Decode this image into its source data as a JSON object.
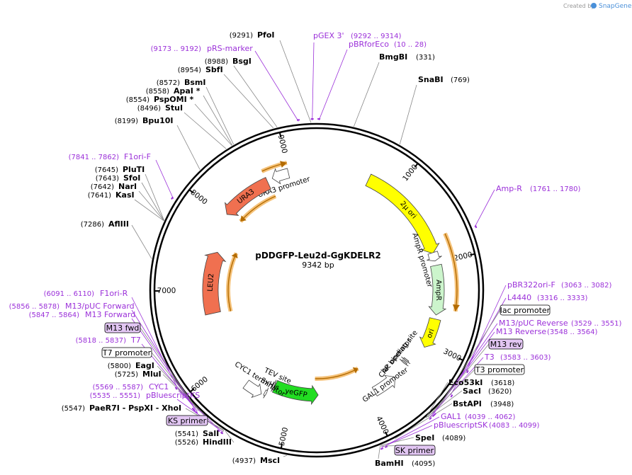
{
  "header": {
    "created_by": "Created by",
    "brand": "SnapGene"
  },
  "plasmid": {
    "name": "pDDGFP-Leu2d-GgKDELR2",
    "length": "9342 bp",
    "total_bp": 9342
  },
  "ticks": [
    {
      "bp": 1000,
      "label": "1000"
    },
    {
      "bp": 2000,
      "label": "2000"
    },
    {
      "bp": 3000,
      "label": "3000"
    },
    {
      "bp": 4000,
      "label": "4000"
    },
    {
      "bp": 5000,
      "label": "5000"
    },
    {
      "bp": 6000,
      "label": "6000"
    },
    {
      "bp": 7000,
      "label": "7000"
    },
    {
      "bp": 8000,
      "label": "8000"
    },
    {
      "bp": 9000,
      "label": "9000"
    }
  ],
  "features": [
    {
      "name": "2µ ori",
      "start": 650,
      "end": 1880,
      "dir": 1,
      "color": "#ffff00",
      "radius": 172,
      "width": 18
    },
    {
      "name": "AmpR promoter",
      "start": 1870,
      "end": 1975,
      "dir": 1,
      "color": "#ffffff",
      "radius": 172,
      "width": 14
    },
    {
      "name": "AmpR",
      "start": 2030,
      "end": 2640,
      "dir": 1,
      "color": "#ccf5cc",
      "radius": 172,
      "width": 16
    },
    {
      "name": "ori",
      "start": 2690,
      "end": 3060,
      "dir": 1,
      "color": "#ffff00",
      "radius": 172,
      "width": 16
    },
    {
      "name": "CAP binding site",
      "start": 3312,
      "end": 3335,
      "dir": 1,
      "color": "#bbbbbb",
      "radius": 160,
      "width": 8
    },
    {
      "name": "lac operator",
      "start": 3350,
      "end": 3372,
      "dir": 1,
      "color": "#bbbbbb",
      "radius": 160,
      "width": 8
    },
    {
      "name": "GAL1 promoter",
      "start": 3580,
      "end": 3900,
      "dir": -1,
      "color": "#ffffff",
      "radius": 165,
      "width": 14
    },
    {
      "name": "yeGFP",
      "start": 4650,
      "end": 5280,
      "dir": -1,
      "color": "#22dd22",
      "radius": 148,
      "width": 18
    },
    {
      "name": "TEV site",
      "start": 5290,
      "end": 5320,
      "dir": -1,
      "color": "#ffffff",
      "radius": 148,
      "width": 10
    },
    {
      "name": "8xHis",
      "start": 5345,
      "end": 5370,
      "dir": -1,
      "color": "#ffffff",
      "radius": 162,
      "width": 8
    },
    {
      "name": "CYC1 terminator",
      "start": 5400,
      "end": 5630,
      "dir": -1,
      "color": "#ffffff",
      "radius": 166,
      "width": 14
    },
    {
      "name": "LEU2",
      "start": 6680,
      "end": 7550,
      "dir": 1,
      "color": "#f07050",
      "radius": 150,
      "width": 22
    },
    {
      "name": "URA3 promoter",
      "start": 8780,
      "end": 8990,
      "dir": -1,
      "color": "#ffffff",
      "radius": 170,
      "width": 14
    },
    {
      "name": "URA3",
      "start": 8050,
      "end": 8710,
      "dir": -1,
      "color": "#f07050",
      "radius": 166,
      "width": 18
    }
  ],
  "orfs": [
    {
      "start": 1715,
      "end": 2560,
      "dir": 1,
      "radius": 198
    },
    {
      "start": 3950,
      "end": 4700,
      "dir": -1,
      "radius": 125
    },
    {
      "start": 6650,
      "end": 7650,
      "dir": 1,
      "radius": 125
    },
    {
      "start": 8100,
      "end": 8730,
      "dir": -1,
      "radius": 145
    },
    {
      "start": 8700,
      "end": 9000,
      "dir": 1,
      "radius": 185
    }
  ],
  "enzymes_left": [
    {
      "pos": "(9291)",
      "name": "PfoI",
      "bp": 9291
    },
    {
      "pos": "(8988)",
      "name": "BsgI",
      "bp": 8988
    },
    {
      "pos": "(8954)",
      "name": "SbfI",
      "bp": 8954
    },
    {
      "pos": "(8572)",
      "name": "BsmI",
      "bp": 8572
    },
    {
      "pos": "(8558)",
      "name": "ApaI *",
      "bp": 8558
    },
    {
      "pos": "(8554)",
      "name": "PspOMI *",
      "bp": 8554
    },
    {
      "pos": "(8496)",
      "name": "StuI",
      "bp": 8496
    },
    {
      "pos": "(8199)",
      "name": "Bpu10I",
      "bp": 8199
    },
    {
      "pos": "(7645)",
      "name": "PluTI",
      "bp": 7645
    },
    {
      "pos": "(7643)",
      "name": "SfoI",
      "bp": 7643
    },
    {
      "pos": "(7642)",
      "name": "NarI",
      "bp": 7642
    },
    {
      "pos": "(7641)",
      "name": "KasI",
      "bp": 7641
    },
    {
      "pos": "(7286)",
      "name": "AflIII",
      "bp": 7286
    },
    {
      "pos": "(5800)",
      "name": "EagI",
      "bp": 5800
    },
    {
      "pos": "(5725)",
      "name": "MluI",
      "bp": 5725
    },
    {
      "pos": "(5547)",
      "name": "PaeR7I - PspXI - XhoI",
      "bp": 5547
    },
    {
      "pos": "(5541)",
      "name": "SalI",
      "bp": 5541
    },
    {
      "pos": "(5526)",
      "name": "HindIII",
      "bp": 5526
    },
    {
      "pos": "(4937)",
      "name": "MscI",
      "bp": 4937
    }
  ],
  "enzymes_right": [
    {
      "name": "BmgBI",
      "pos": "(331)",
      "bp": 331
    },
    {
      "name": "SnaBI",
      "pos": "(769)",
      "bp": 769
    },
    {
      "name": "Eco53kI",
      "pos": "(3618)",
      "bp": 3618
    },
    {
      "name": "SacI",
      "pos": "(3620)",
      "bp": 3620
    },
    {
      "name": "BstAPI",
      "pos": "(3948)",
      "bp": 3948
    },
    {
      "name": "SpeI",
      "pos": "(4089)",
      "bp": 4089
    },
    {
      "name": "BamHI",
      "pos": "(4095)",
      "bp": 4095
    }
  ],
  "primers_left": [
    {
      "pos": "(9173 .. 9192)",
      "name": "pRS-marker",
      "bp": 9182
    },
    {
      "pos": "(7841 .. 7862)",
      "name": "F1ori-F",
      "bp": 7851
    },
    {
      "pos": "(6091 .. 6110)",
      "name": "F1ori-R",
      "bp": 6100
    },
    {
      "pos": "(5856 .. 5878)",
      "name": "M13/pUC Forward",
      "bp": 5867
    },
    {
      "pos": "(5847 .. 5864)",
      "name": "M13 Forward",
      "bp": 5855
    },
    {
      "pos": "(5818 .. 5837)",
      "name": "T7",
      "bp": 5827
    },
    {
      "pos": "(5569 .. 5587)",
      "name": "CYC1",
      "bp": 5578
    },
    {
      "pos": "(5535 .. 5551)",
      "name": "pBluescriptKS",
      "bp": 5543
    }
  ],
  "primers_right": [
    {
      "name": "pGEX 3'",
      "pos": "(9292 .. 9314)",
      "bp": 9303
    },
    {
      "name": "pBRforEco",
      "pos": "(10 .. 28)",
      "bp": 19
    },
    {
      "name": "Amp-R",
      "pos": "(1761 .. 1780)",
      "bp": 1770
    },
    {
      "name": "pBR322ori-F",
      "pos": "(3063 .. 3082)",
      "bp": 3072
    },
    {
      "name": "L4440",
      "pos": "(3316 .. 3333)",
      "bp": 3324
    },
    {
      "name": "M13/pUC Reverse",
      "pos": "(3529 .. 3551)",
      "bp": 3540
    },
    {
      "name": "M13 Reverse",
      "pos": "(3548 .. 3564)",
      "bp": 3556
    },
    {
      "name": "T3",
      "pos": "(3583 .. 3603)",
      "bp": 3593
    },
    {
      "name": "GAL1",
      "pos": "(4039 .. 4062)",
      "bp": 4050
    },
    {
      "name": "pBluescriptSK",
      "pos": "(4083 .. 4099)",
      "bp": 4091
    }
  ],
  "boxed_labels": [
    {
      "name": "M13 fwd",
      "style": "purple",
      "bp": 5860
    },
    {
      "name": "T7 promoter",
      "style": "white",
      "bp": 5820
    },
    {
      "name": "KS primer",
      "style": "purple",
      "bp": 5540
    },
    {
      "name": "lac promoter",
      "style": "white",
      "bp": 3450
    },
    {
      "name": "M13 rev",
      "style": "purple",
      "bp": 3560
    },
    {
      "name": "T3 promoter",
      "style": "white",
      "bp": 3600
    },
    {
      "name": "SK primer",
      "style": "purple",
      "bp": 4090
    }
  ]
}
